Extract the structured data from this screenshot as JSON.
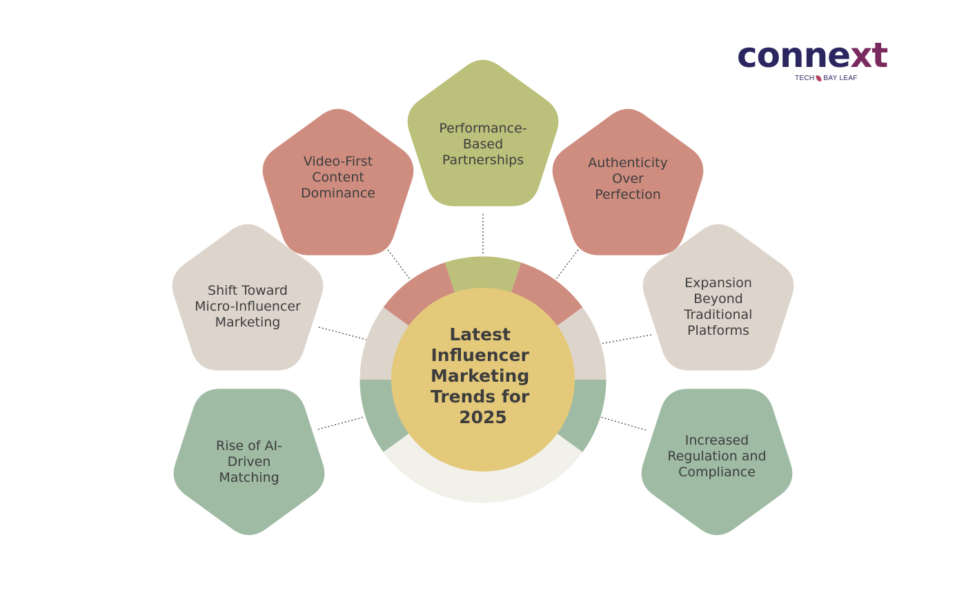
{
  "center": {
    "lines": [
      "Latest",
      "Influencer",
      "Marketing",
      "Trends for",
      "2025"
    ]
  },
  "trends": [
    {
      "id": "micro-influencer",
      "lines": [
        "Shift Toward",
        "Micro-Influencer",
        "Marketing"
      ],
      "color": "#ddd5cc"
    },
    {
      "id": "video-first",
      "lines": [
        "Video-First",
        "Content",
        "Dominance"
      ],
      "color": "#cf8d80"
    },
    {
      "id": "performance",
      "lines": [
        "Performance-",
        "Based",
        "Partnerships"
      ],
      "color": "#bbc07b"
    },
    {
      "id": "authenticity",
      "lines": [
        "Authenticity",
        "Over",
        "Perfection"
      ],
      "color": "#cf8d80"
    },
    {
      "id": "expansion",
      "lines": [
        "Expansion",
        "Beyond",
        "Traditional",
        "Platforms"
      ],
      "color": "#ddd5cc"
    },
    {
      "id": "ai-matching",
      "lines": [
        "Rise of AI-",
        "Driven",
        "Matching"
      ],
      "color": "#9fbba4"
    },
    {
      "id": "regulation",
      "lines": [
        "Increased",
        "Regulation and",
        "Compliance"
      ],
      "color": "#9fbba4"
    }
  ],
  "colors": {
    "center": "#e4c97a",
    "text": "#3d3d3d",
    "connector": "#555555",
    "ring_base": "#f1f1ea",
    "logo_primary": "#2b2560",
    "logo_accent": "#7a2a5e"
  },
  "logo": {
    "main": "conne",
    "accent": "xt",
    "tagline_left": "TECH",
    "tagline_right": "BAY LEAF"
  }
}
